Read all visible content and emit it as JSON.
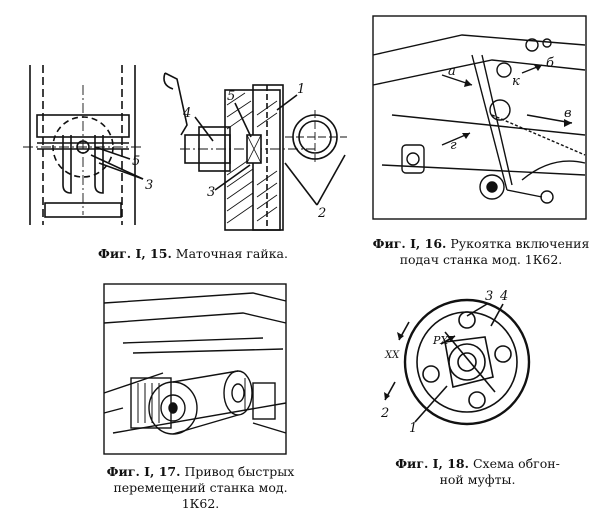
{
  "figures": [
    {
      "label": "Фиг. I, 15.",
      "title": "Маточная гайка.",
      "callouts": [
        "1",
        "2",
        "3",
        "4",
        "5",
        "5",
        "3"
      ]
    },
    {
      "label": "Фиг. I, 16.",
      "title_line1": "Рукоятка включения",
      "title_line2": "подач станка мод. 1К62.",
      "callouts": [
        "а",
        "б",
        "в",
        "г",
        "к"
      ]
    },
    {
      "label": "Фиг. I, 17.",
      "title_line1": "Привод быстрых",
      "title_line2": "перемещений станка мод.",
      "title_line3": "1К62."
    },
    {
      "label": "Фиг. I, 18.",
      "title_line1": "Схема обгон-",
      "title_line2": "ной муфты.",
      "callouts": [
        "3",
        "4",
        "РХ",
        "XX",
        "2",
        "1"
      ]
    }
  ]
}
